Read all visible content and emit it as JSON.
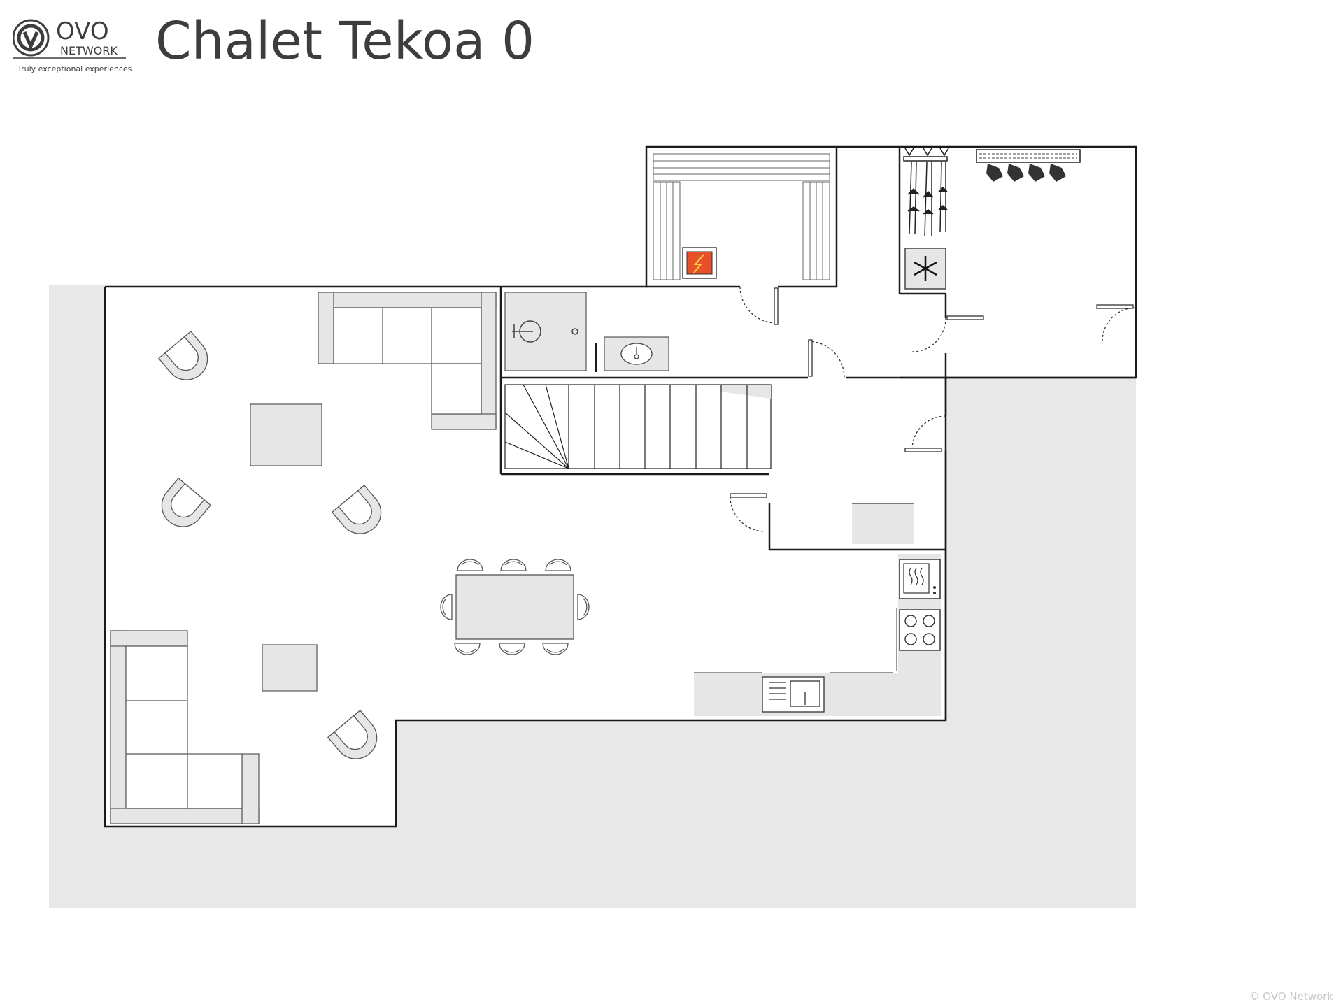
{
  "header": {
    "title": "Chalet Tekoa 0",
    "logo_brand": "OVO",
    "logo_network": "NETWORK",
    "logo_tagline": "Truly exceptional experiences"
  },
  "footer": {
    "copyright": "© OVO Network"
  },
  "colors": {
    "outdoor_area": "#e8e8e8",
    "wall": "#1a1a1a",
    "furniture_fill": "#e6e6e6",
    "furniture_stroke": "#555555",
    "sauna_heater": "#e8502a",
    "text": "#3d3d3d"
  },
  "icons": [
    "ovo-logo-icon",
    "sauna-heater-icon",
    "snowflake-icon",
    "ski-rack-icon",
    "boot-dryer-icon",
    "sink-icon",
    "shower-icon",
    "microwave-icon",
    "cooktop-icon"
  ]
}
